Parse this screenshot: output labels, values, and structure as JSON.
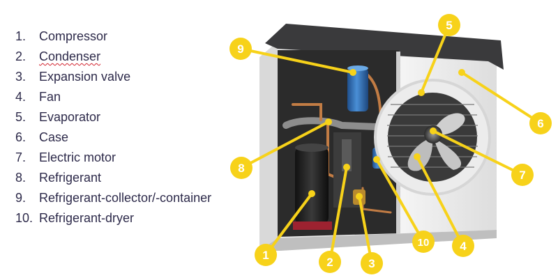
{
  "legend": [
    {
      "num": "1.",
      "label": "Compressor"
    },
    {
      "num": "2.",
      "label": "Condenser"
    },
    {
      "num": "3.",
      "label": "Expansion valve"
    },
    {
      "num": "4.",
      "label": "Fan"
    },
    {
      "num": "5.",
      "label": "Evaporator"
    },
    {
      "num": "6.",
      "label": "Case"
    },
    {
      "num": "7.",
      "label": "Electric motor"
    },
    {
      "num": "8.",
      "label": "Refrigerant"
    },
    {
      "num": "9.",
      "label": "Refrigerant-collector/-container"
    },
    {
      "num": "10.",
      "label": "Refrigerant-dryer"
    }
  ],
  "callouts": [
    "1",
    "2",
    "3",
    "4",
    "5",
    "6",
    "7",
    "8",
    "9",
    "10"
  ],
  "colors": {
    "legend_text": "#2d2a4a",
    "callout": "#f7d21a",
    "case_white": "#f4f4f4",
    "roof": "#3a3a3c",
    "interior": "#2b2b2b",
    "collector": "#2c6fb8",
    "copper": "#c27c44"
  }
}
